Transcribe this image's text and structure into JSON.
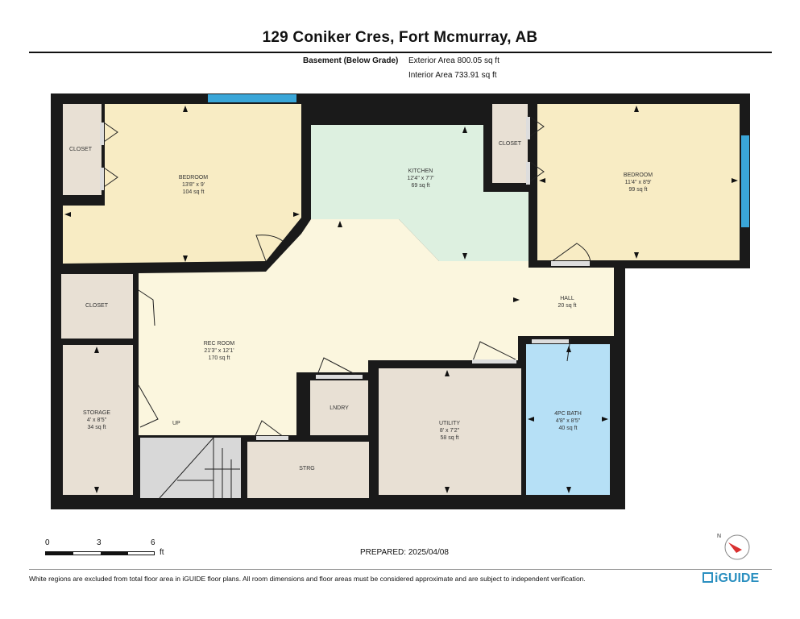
{
  "header": {
    "title": "129 Coniker Cres, Fort Mcmurray, AB",
    "level_name": "Basement (Below Grade)",
    "exterior_area": "Exterior Area 800.05 sq ft",
    "interior_area": "Interior Area 733.91 sq ft"
  },
  "rooms": {
    "closet_top_left": "CLOSET",
    "bedroom_left": {
      "name": "BEDROOM",
      "dims": "13'8\" x 9'",
      "area": "104 sq ft"
    },
    "kitchen": {
      "name": "KITCHEN",
      "dims": "12'4\" x 7'7'",
      "area": "69 sq ft"
    },
    "closet_top_right": "CLOSET",
    "bedroom_right": {
      "name": "BEDROOM",
      "dims": "11'4\" x 8'9'",
      "area": "99 sq ft"
    },
    "closet_mid_left": "CLOSET",
    "hall": {
      "name": "HALL",
      "area": "20 sq ft"
    },
    "rec_room": {
      "name": "REC ROOM",
      "dims": "21'3\" x 12'1'",
      "area": "170 sq ft"
    },
    "storage": {
      "name": "STORAGE",
      "dims": "4' x 8'5\"",
      "area": "34 sq ft"
    },
    "up": "UP",
    "laundry": "LNDRY",
    "strg": "STRG",
    "utility": {
      "name": "UTILITY",
      "dims": "8' x 7'2\"",
      "area": "58 sq ft"
    },
    "bath": {
      "name": "4PC BATH",
      "dims": "4'8\" x 8'5\"",
      "area": "40 sq ft"
    }
  },
  "scale_bar": {
    "labels": [
      "0",
      "3",
      "6"
    ],
    "unit": "ft"
  },
  "prepared": "PREPARED: 2025/04/08",
  "compass_label": "N",
  "footer": {
    "disclaimer": "White regions are excluded from total floor area in iGUIDE floor plans. All room dimensions and floor areas must be considered approximate and are subject to independent verification.",
    "brand": "iGUIDE"
  },
  "colors": {
    "wall": "#1a1a1a",
    "bedroom": "#f8ecc4",
    "kitchen": "#ddf0e0",
    "rec_room": "#fbf6de",
    "closet": "#e8e0d4",
    "bath": "#b6e0f6",
    "stairs": "#d8d8d8",
    "window": "#3aa6d8",
    "brand": "#2a8fc0"
  }
}
